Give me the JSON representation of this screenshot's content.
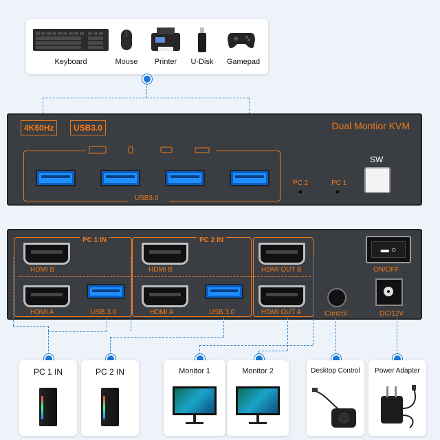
{
  "peripherals": {
    "items": [
      {
        "label": "Keyboard",
        "icon": "keyboard-icon"
      },
      {
        "label": "Mouse",
        "icon": "mouse-icon"
      },
      {
        "label": "Printer",
        "icon": "printer-icon"
      },
      {
        "label": "U-Disk",
        "icon": "usb-drive-icon"
      },
      {
        "label": "Gamepad",
        "icon": "gamepad-icon"
      }
    ]
  },
  "front_panel": {
    "badge_resolution": "4K60Hz",
    "badge_usb": "USB3.0",
    "title": "Dual Montior KVM",
    "usb_group_label": "USB3.0",
    "led_pc2": "PC 2",
    "led_pc1": "PC 1",
    "switch_label": "SW"
  },
  "rear_panel": {
    "pc1_group": "PC 1 IN",
    "pc2_group": "PC 2 IN",
    "hdmi_b_1": "HDMI B",
    "hdmi_a_1": "HDMI A",
    "usb_1": "USB 3.0",
    "hdmi_b_2": "HDMI B",
    "hdmi_a_2": "HDMI A",
    "usb_2": "USB 3.0",
    "hdmi_out_b": "HDMI OUT B",
    "hdmi_out_a": "HDMI OUT A",
    "control": "Control",
    "power_switch": "ON/OFF",
    "power_in": "DC/12V"
  },
  "connections": [
    {
      "label": "PC 1 IN",
      "icon": "pc-tower-icon"
    },
    {
      "label": "PC 2 IN",
      "icon": "pc-tower-icon"
    },
    {
      "label": "Monitor 1",
      "icon": "monitor-icon"
    },
    {
      "label": "Monitor 2",
      "icon": "monitor-icon"
    },
    {
      "label": "Desktop Control",
      "icon": "desktop-controller-icon"
    },
    {
      "label": "Power Adapter",
      "icon": "power-adapter-icon"
    }
  ],
  "colors": {
    "accent_orange": "#f07b1a",
    "usb_blue": "#1f8fff",
    "line_blue": "#2e86d6",
    "panel": "#3a3d42"
  }
}
